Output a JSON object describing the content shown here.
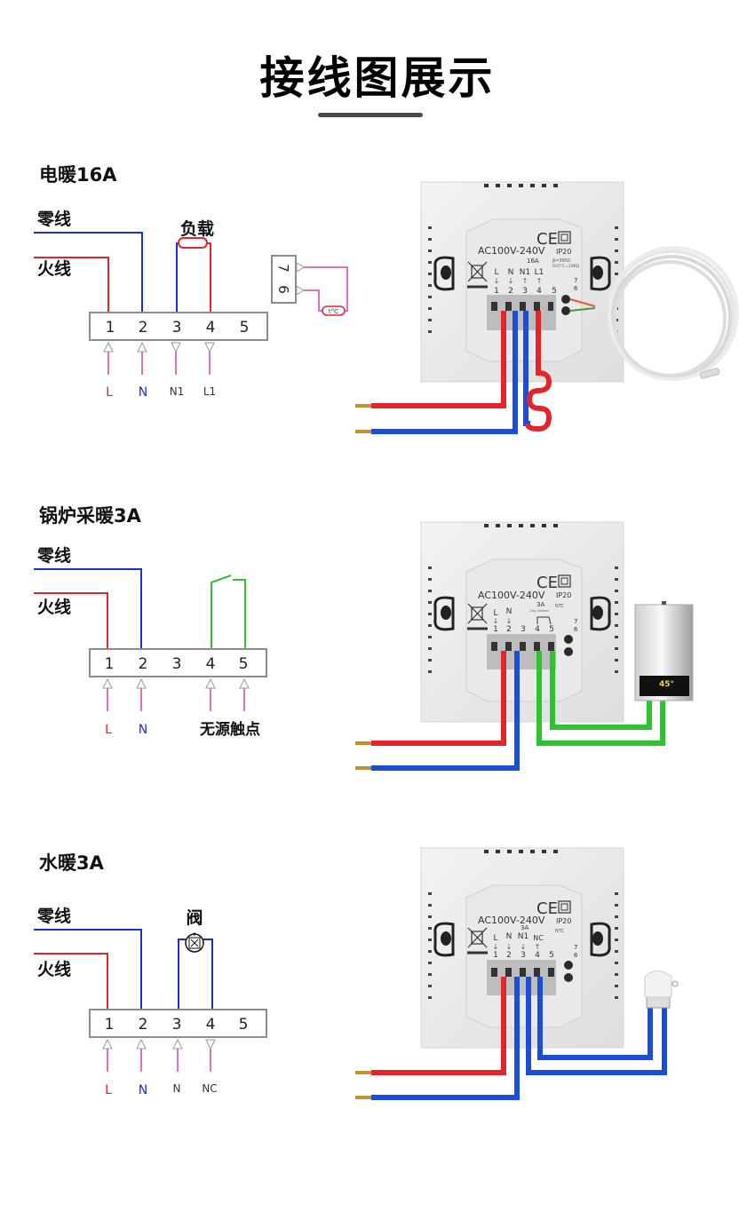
{
  "page": {
    "title": "接线图展示"
  },
  "common": {
    "neutral_label": "零线",
    "live_label": "火线",
    "terminal_numbers": [
      "1",
      "2",
      "3",
      "4",
      "5"
    ],
    "sensor_terminals": [
      "7",
      "6"
    ],
    "sensor_symbol": "t°C",
    "device_voltage": "AC100V-240V",
    "device_ip": "IP20",
    "device_ce": "CE",
    "device_ntc": "NTC"
  },
  "colors": {
    "live": "#e5242a",
    "neutral": "#1a2fd6",
    "dry_contact": "#2fc42f",
    "signal": "#e272b8",
    "box_border": "#8c8c8c"
  },
  "sections": [
    {
      "title": "电暖16A",
      "load_label": "负载",
      "bottom_labels": [
        "L",
        "N",
        "N1",
        "L1"
      ],
      "arrow_dirs": [
        "in",
        "in",
        "out",
        "out"
      ],
      "device_rating": "16A",
      "device_terminals": [
        "L",
        "N",
        "N1",
        "L1"
      ],
      "device_beta": "β=3950",
      "device_r25": "R25°C=10KΩ",
      "accessory": "floor-sensor-cable"
    },
    {
      "title": "锅炉采暖3A",
      "bottom_labels": [
        "L",
        "N",
        "无源触点"
      ],
      "device_rating": "3A",
      "device_rating_note": "Dry Contact",
      "device_terminals": [
        "L",
        "N"
      ],
      "boiler_display": "45°",
      "accessory": "gas-boiler"
    },
    {
      "title": "水暖3A",
      "valve_label": "阀",
      "bottom_labels": [
        "L",
        "N",
        "N",
        "NC"
      ],
      "arrow_dirs": [
        "in",
        "in",
        "in",
        "out"
      ],
      "device_rating": "3A",
      "device_terminals": [
        "L",
        "N",
        "N1",
        "NC"
      ],
      "accessory": "valve-actuator"
    }
  ]
}
